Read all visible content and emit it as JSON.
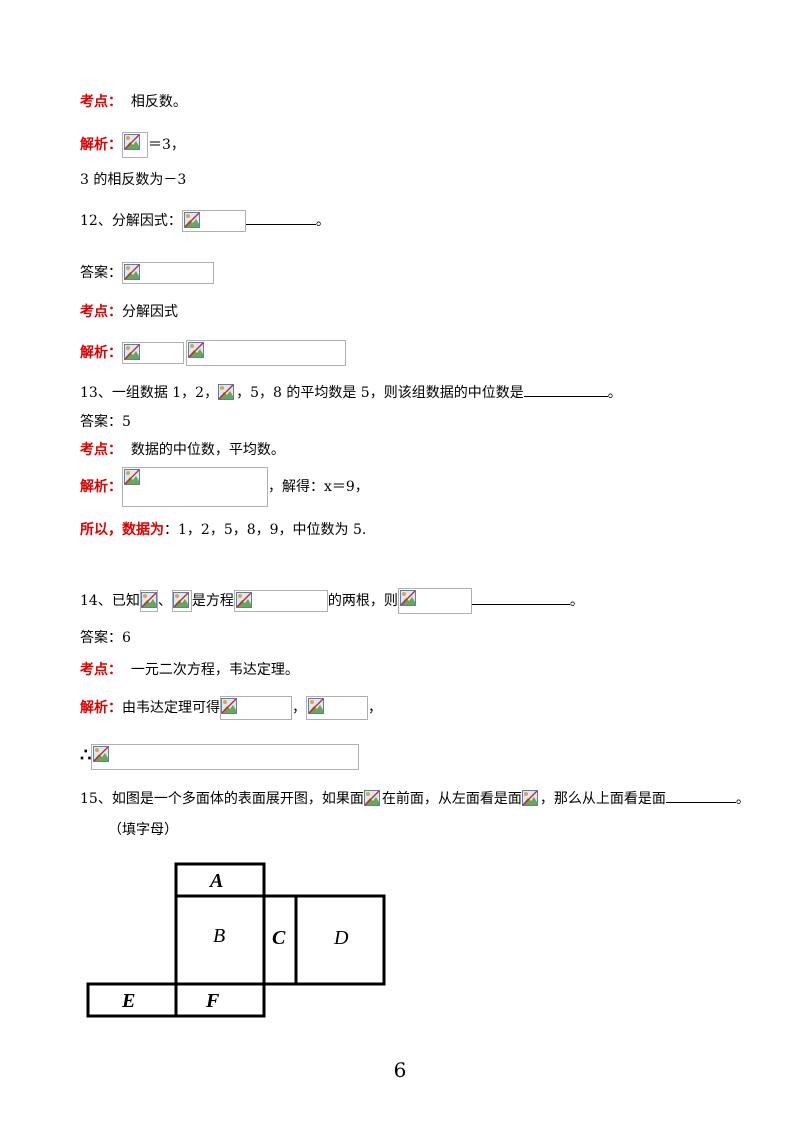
{
  "q11": {
    "kaodian_label": "考点",
    "kaodian_text": "相反数。",
    "jiexi_label": "解析",
    "jiexi_after": "＝3，",
    "line3": "3 的相反数为－3"
  },
  "q12": {
    "prefix": "12、分解因式：",
    "end": "。",
    "answer_label": "答案：",
    "kaodian_label": "考点",
    "kaodian_text": "分解因式",
    "jiexi_label": "解析"
  },
  "q13": {
    "prefix": "13、一组数据 1，2，",
    "mid": "，5，8 的平均数是 5，则该组数据的中位数是",
    "end": "。",
    "answer": "答案：5",
    "kaodian_label": "考点",
    "kaodian_text": "数据的中位数，平均数。",
    "jiexi_label": "解析",
    "jiexi_after": "，解得：x＝9，",
    "suoyi_label": "所以，数据为",
    "suoyi_text": "：1，2，5，8，9，中位数为 5."
  },
  "q14": {
    "prefix": "14、已知",
    "sep": "、",
    "mid": "是方程",
    "mid2": "的两根，则",
    "end": "。",
    "answer": "答案：6",
    "kaodian_label": "考点",
    "kaodian_text": "一元二次方程，韦达定理。",
    "jiexi_label": "解析",
    "jiexi_text": "由韦达定理可得",
    "comma": "，",
    "comma2": "，",
    "therefore": "∴"
  },
  "q15": {
    "prefix": "15、如图是一个多面体的表面展开图，如果面",
    "mid": "在前面，从左面看是面",
    "mid2": "，那么从上面看是面",
    "end": "。",
    "note": "（填字母）",
    "faces": [
      "A",
      "B",
      "C",
      "D",
      "E",
      "F"
    ]
  },
  "page_number": "6",
  "colors": {
    "label_red": "#e00000"
  }
}
